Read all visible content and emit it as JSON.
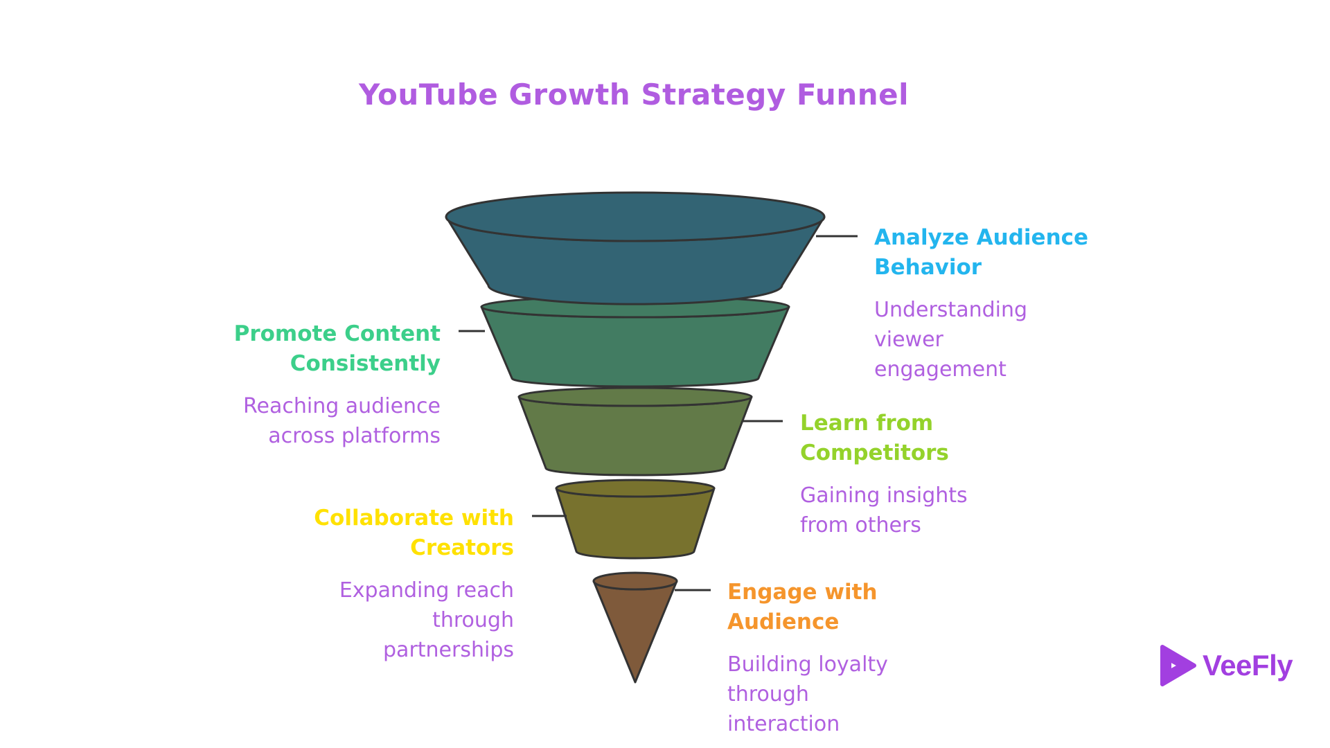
{
  "title": "YouTube Growth Strategy Funnel",
  "colors": {
    "title": "#b05ce0",
    "description": "#b060e0",
    "outline": "#333333",
    "connector": "#333333",
    "logo": "#a23fe0"
  },
  "stages": [
    {
      "title": "Analyze Audience Behavior",
      "description": "Understanding viewer engagement",
      "side": "right",
      "title_color": "#23b5ee",
      "fill": "#336474"
    },
    {
      "title": "Promote Content Consistently",
      "description": "Reaching audience across platforms",
      "side": "left",
      "title_color": "#3ccf8a",
      "fill": "#427c62"
    },
    {
      "title": "Learn from Competitors",
      "description": "Gaining insights from others",
      "side": "right",
      "title_color": "#94d22b",
      "fill": "#627a48"
    },
    {
      "title": "Collaborate with Creators",
      "description": "Expanding reach through partnerships",
      "side": "left",
      "title_color": "#ffe100",
      "fill": "#78722e"
    },
    {
      "title": "Engage with Audience",
      "description": "Building loyalty through interaction",
      "side": "right",
      "title_color": "#f5952c",
      "fill": "#7f5a3b"
    }
  ],
  "logo": {
    "icon": "play-triangle-icon",
    "text": "VeeFly"
  }
}
